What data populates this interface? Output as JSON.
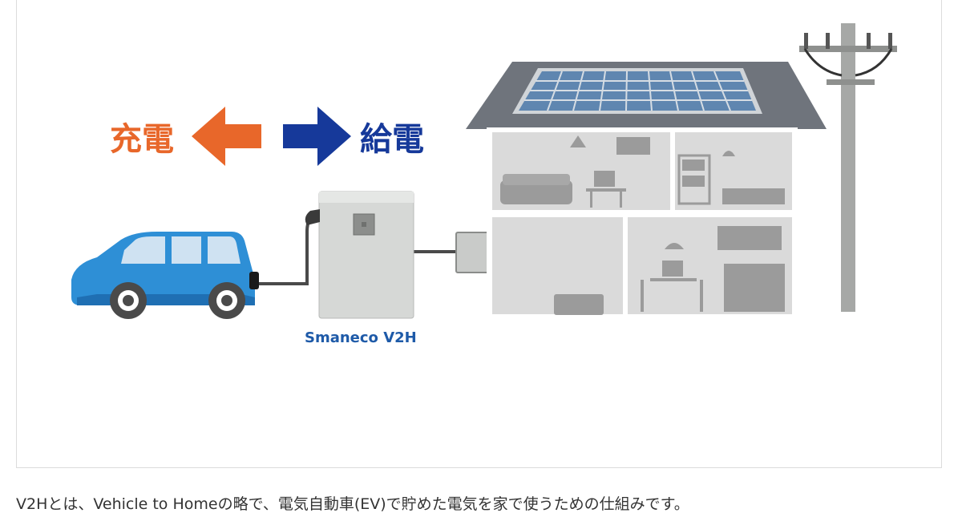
{
  "diagram": {
    "charge_label": "充電",
    "supply_label": "給電",
    "product_label": "Smaneco V2H",
    "colors": {
      "charge": "#e8672a",
      "supply": "#16399a",
      "car_body": "#2e8fd6",
      "roof": "#6f747c",
      "solar_panel": "#5f86b0",
      "house_interior": "#dadada",
      "furniture": "#9b9b9b",
      "v2h_unit": "#d6d8d6",
      "product_text": "#1e5aa8"
    },
    "icons": [
      "car-icon",
      "v2h-unit-icon",
      "power-conditioner-icon",
      "house-icon",
      "solar-panel-icon",
      "utility-pole-icon"
    ]
  },
  "caption": "V2Hとは、Vehicle to Homeの略で、電気自動車(EV)で貯めた電気を家で使うための仕組みです。"
}
